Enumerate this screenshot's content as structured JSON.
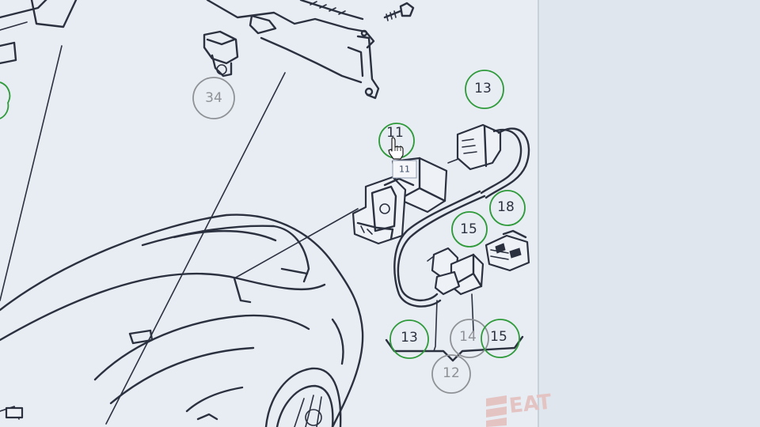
{
  "callouts": [
    {
      "id": "c34",
      "label": "34",
      "state": "gray"
    },
    {
      "id": "c11",
      "label": "11",
      "state": "green"
    },
    {
      "id": "c13a",
      "label": "13",
      "state": "green"
    },
    {
      "id": "c18",
      "label": "18",
      "state": "green"
    },
    {
      "id": "c15a",
      "label": "15",
      "state": "green"
    },
    {
      "id": "c13b",
      "label": "13",
      "state": "green"
    },
    {
      "id": "c14",
      "label": "14",
      "state": "gray"
    },
    {
      "id": "c15b",
      "label": "15",
      "state": "green"
    },
    {
      "id": "c12",
      "label": "12",
      "state": "gray"
    }
  ],
  "tooltip": {
    "label": "11"
  },
  "logo": {
    "text": "EAT"
  },
  "colors": {
    "green": "#2e9a3a",
    "gray": "#8e9296",
    "line": "#2c3140",
    "panel": "#e8edf3",
    "background": "#dfe6ee",
    "logo": "#e4c3c3"
  },
  "cursor": {
    "icon": "hand-pointer-icon"
  }
}
